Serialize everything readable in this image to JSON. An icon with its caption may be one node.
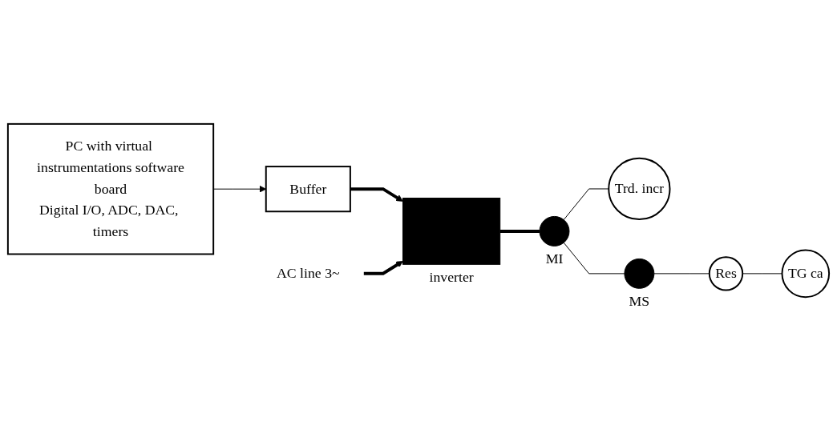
{
  "diagram": {
    "nodes": [
      {
        "text": [
          "PC with virtual instrumentations software",
          "board",
          "Digital I/O, ADC, DAC, timers"
        ]
      },
      {
        "text": [
          "AC line 3~"
        ]
      },
      {
        "text": [
          "Trd. incr"
        ]
      },
      {
        "text": [
          "TG ca"
        ]
      },
      {
        "text": [
          "Res"
        ]
      },
      {
        "text": [
          "Buffer"
        ]
      },
      {
        "text": [],
        "shape": "box",
        "beside": [
          "inverter"
        ]
      },
      {
        "text": [],
        "shape": "circle",
        "beside": [
          "MI"
        ]
      },
      {
        "text": [],
        "shape": "circle",
        "beside": [
          "MS"
        ]
      }
    ],
    "edges": [
      {
        "from": 0,
        "to": 5,
        "arrow": "to"
      },
      {
        "from": 5,
        "to": 6,
        "arrow": "to",
        "style": "thick"
      },
      {
        "from": 1,
        "to": 6,
        "arrow": "to",
        "style": "thick"
      },
      {
        "from": 6,
        "to": 7,
        "arrow": "none",
        "style": "thick"
      },
      {
        "from": 7,
        "to": 2,
        "arrow": "none"
      },
      {
        "from": 7,
        "to": 8,
        "arrow": "none"
      },
      {
        "from": 8,
        "to": 4,
        "arrow": "none"
      },
      {
        "from": 4,
        "to": 3,
        "arrow": "none"
      }
    ]
  }
}
